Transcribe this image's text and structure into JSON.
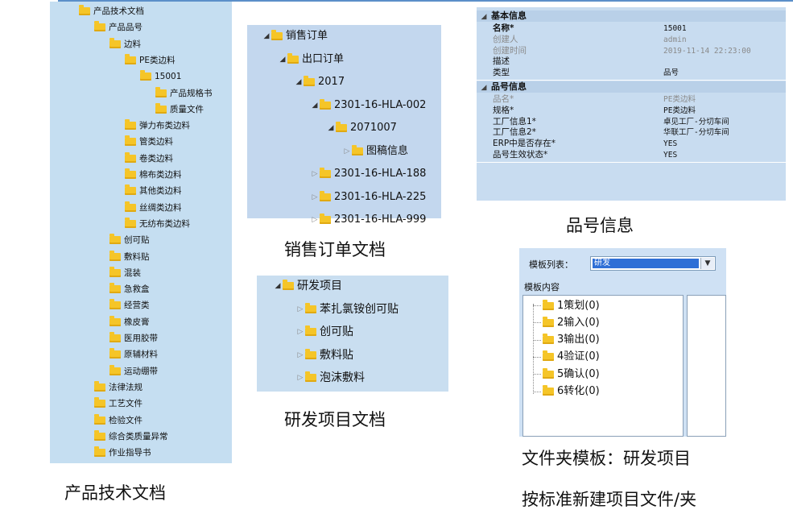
{
  "panel_product_docs": {
    "caption": "产品技术文档",
    "items": [
      {
        "label": "产品技术文档",
        "level": 0
      },
      {
        "label": "产品品号",
        "level": 1
      },
      {
        "label": "边料",
        "level": 2
      },
      {
        "label": "PE类边料",
        "level": 3
      },
      {
        "label": "15001",
        "level": 4
      },
      {
        "label": "产品规格书",
        "level": 5
      },
      {
        "label": "质量文件",
        "level": 5
      },
      {
        "label": "弹力布类边料",
        "level": 3
      },
      {
        "label": "管类边料",
        "level": 3
      },
      {
        "label": "卷类边料",
        "level": 3
      },
      {
        "label": "棉布类边料",
        "level": 3
      },
      {
        "label": "其他类边料",
        "level": 3
      },
      {
        "label": "丝绸类边料",
        "level": 3
      },
      {
        "label": "无纺布类边料",
        "level": 3
      },
      {
        "label": "创可贴",
        "level": 2
      },
      {
        "label": "敷料贴",
        "level": 2
      },
      {
        "label": "混装",
        "level": 2
      },
      {
        "label": "急救盒",
        "level": 2
      },
      {
        "label": "经营类",
        "level": 2
      },
      {
        "label": "橡皮膏",
        "level": 2
      },
      {
        "label": "医用胶带",
        "level": 2
      },
      {
        "label": "原辅材料",
        "level": 2
      },
      {
        "label": "运动绷带",
        "level": 2
      },
      {
        "label": "法律法规",
        "level": 1
      },
      {
        "label": "工艺文件",
        "level": 1
      },
      {
        "label": "检验文件",
        "level": 1
      },
      {
        "label": "综合类质量异常",
        "level": 1
      },
      {
        "label": "作业指导书",
        "level": 1
      }
    ]
  },
  "panel_sales_orders": {
    "caption": "销售订单文档",
    "items": [
      {
        "label": "销售订单",
        "level": 0,
        "state": "open"
      },
      {
        "label": "出口订单",
        "level": 1,
        "state": "open"
      },
      {
        "label": "2017",
        "level": 2,
        "state": "open"
      },
      {
        "label": "2301-16-HLA-002",
        "level": 3,
        "state": "open"
      },
      {
        "label": "2071007",
        "level": 4,
        "state": "open"
      },
      {
        "label": "图稿信息",
        "level": 5,
        "state": "closed"
      },
      {
        "label": "2301-16-HLA-188",
        "level": 3,
        "state": "closed"
      },
      {
        "label": "2301-16-HLA-225",
        "level": 3,
        "state": "closed"
      },
      {
        "label": "2301-16-HLA-999",
        "level": 3,
        "state": "closed"
      }
    ]
  },
  "panel_rd_projects": {
    "caption": "研发项目文档",
    "items": [
      {
        "label": "研发项目",
        "level": 0,
        "state": "open"
      },
      {
        "label": "苯扎氯铵创可贴",
        "level": 1,
        "state": "closed"
      },
      {
        "label": "创可贴",
        "level": 1,
        "state": "closed"
      },
      {
        "label": "敷料贴",
        "level": 1,
        "state": "closed"
      },
      {
        "label": "泡沫敷料",
        "level": 1,
        "state": "closed"
      }
    ]
  },
  "panel_item_info": {
    "caption": "品号信息",
    "sections": [
      {
        "title": "基本信息",
        "rows": [
          {
            "key": "名称*",
            "value": "15001",
            "style": "bold"
          },
          {
            "key": "创建人",
            "value": "admin",
            "style": "muted"
          },
          {
            "key": "创建时间",
            "value": "2019-11-14 22:23:00",
            "style": "muted"
          },
          {
            "key": "描述",
            "value": "",
            "style": "normal"
          },
          {
            "key": "类型",
            "value": "品号",
            "style": "normal"
          }
        ]
      },
      {
        "title": "品号信息",
        "rows": [
          {
            "key": "品名*",
            "value": "PE类边料",
            "style": "muted"
          },
          {
            "key": "规格*",
            "value": "PE类边料",
            "style": "normal"
          },
          {
            "key": "工厂信息1*",
            "value": "卓见工厂-分切车间",
            "style": "normal"
          },
          {
            "key": "工厂信息2*",
            "value": "华联工厂-分切车间",
            "style": "normal"
          },
          {
            "key": "ERP中是否存在*",
            "value": "YES",
            "style": "normal"
          },
          {
            "key": "品号生效状态*",
            "value": "YES",
            "style": "normal"
          }
        ]
      }
    ]
  },
  "panel_template": {
    "caption": "文件夹模板：研发项目",
    "caption2": "按标准新建项目文件/夹",
    "list_label": "模板列表：",
    "selected": "研发",
    "content_label": "模板内容",
    "items": [
      "1策划(0)",
      "2输入(0)",
      "3输出(0)",
      "4验证(0)",
      "5确认(0)",
      "6转化(0)"
    ]
  }
}
